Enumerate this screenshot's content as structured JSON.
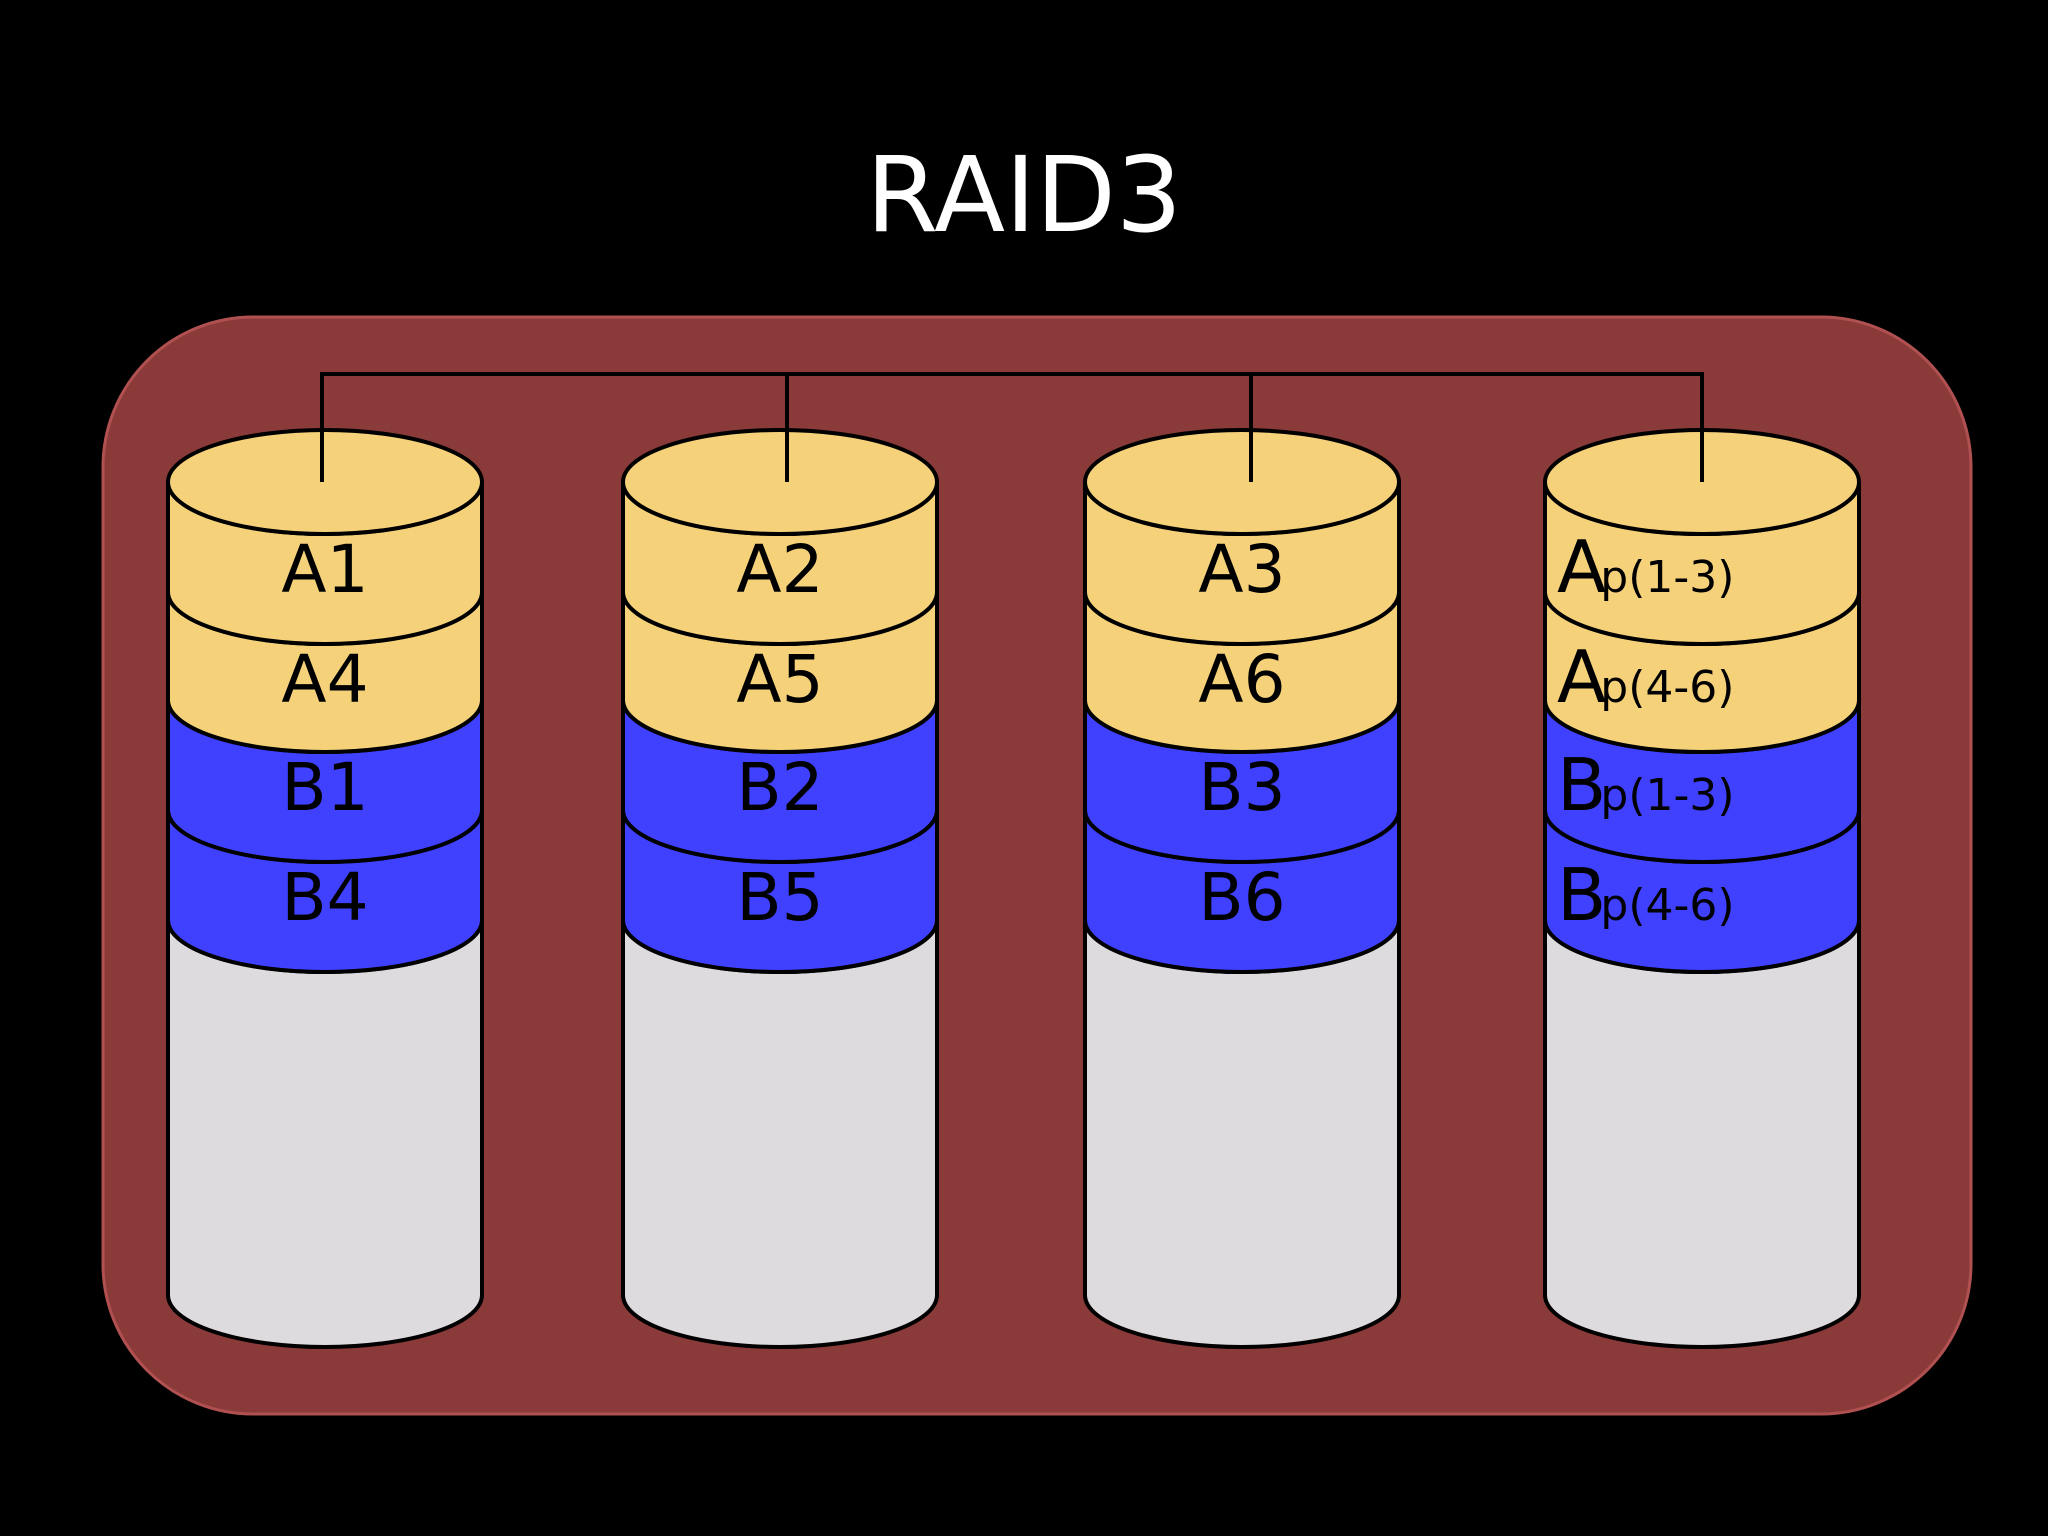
{
  "title": "RAID3",
  "colors": {
    "background": "#000000",
    "enclosure": "#8b3a3a",
    "enclosure_border": "#b05050",
    "data_a": "#f5d27a",
    "data_b": "#4040ff",
    "empty": "#dddbdd",
    "outline": "#000000",
    "title_text": "#ffffff"
  },
  "disks": [
    {
      "name": "disk-1",
      "blocks": [
        {
          "group": "A",
          "label": "A1",
          "main": "A1",
          "sub": ""
        },
        {
          "group": "A",
          "label": "A4",
          "main": "A4",
          "sub": ""
        },
        {
          "group": "B",
          "label": "B1",
          "main": "B1",
          "sub": ""
        },
        {
          "group": "B",
          "label": "B4",
          "main": "B4",
          "sub": ""
        }
      ]
    },
    {
      "name": "disk-2",
      "blocks": [
        {
          "group": "A",
          "label": "A2",
          "main": "A2",
          "sub": ""
        },
        {
          "group": "A",
          "label": "A5",
          "main": "A5",
          "sub": ""
        },
        {
          "group": "B",
          "label": "B2",
          "main": "B2",
          "sub": ""
        },
        {
          "group": "B",
          "label": "B5",
          "main": "B5",
          "sub": ""
        }
      ]
    },
    {
      "name": "disk-3",
      "blocks": [
        {
          "group": "A",
          "label": "A3",
          "main": "A3",
          "sub": ""
        },
        {
          "group": "A",
          "label": "A6",
          "main": "A6",
          "sub": ""
        },
        {
          "group": "B",
          "label": "B3",
          "main": "B3",
          "sub": ""
        },
        {
          "group": "B",
          "label": "B6",
          "main": "B6",
          "sub": ""
        }
      ]
    },
    {
      "name": "disk-parity",
      "blocks": [
        {
          "group": "A",
          "label": "Ap(1-3)",
          "main": "A",
          "sub": "p(1-3)"
        },
        {
          "group": "A",
          "label": "Ap(4-6)",
          "main": "A",
          "sub": "p(4-6)"
        },
        {
          "group": "B",
          "label": "Bp(1-3)",
          "main": "B",
          "sub": "p(1-3)"
        },
        {
          "group": "B",
          "label": "Bp(4-6)",
          "main": "B",
          "sub": "p(4-6)"
        }
      ]
    }
  ]
}
